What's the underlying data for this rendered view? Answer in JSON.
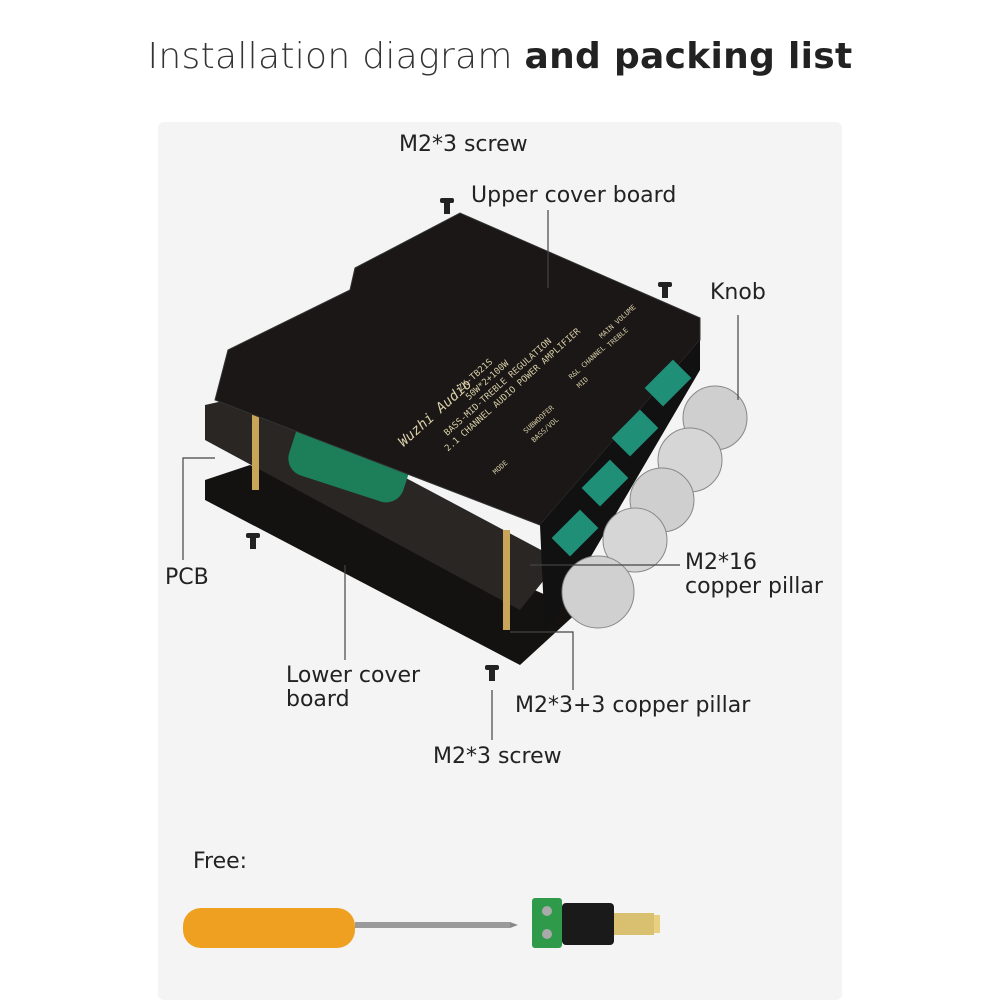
{
  "title": {
    "light": "Installation diagram ",
    "bold": "and packing list"
  },
  "labels": {
    "top_screw": "M2*3 screw",
    "upper_cover": "Upper cover board",
    "knob": "Knob",
    "pcb": "PCB",
    "pillar16_line1": "M2*16",
    "pillar16_line2": "copper pillar",
    "lower_cover_line1": "Lower cover",
    "lower_cover_line2": "board",
    "pillar33": "M2*3+3 copper pillar",
    "bottom_screw": "M2*3 screw",
    "free": "Free:"
  },
  "board_print": {
    "brand": "Wuzhi Audio",
    "model": "ZK-TB21S",
    "power": "50W*2+100W",
    "line3": "BASS-MID-TREBLE REGULATION",
    "line4": "2.1 CHANNEL AUDIO POWER AMPLIFIER",
    "main_volume": "MAIN VOLUME",
    "rl_channel": "R&L CHANNEL",
    "treble": "TREBLE",
    "mid": "MID",
    "subwoofer": "SUBWOOFER",
    "bass_vol": "BASS/VOL",
    "mode": "MODE"
  },
  "colors": {
    "board": "#1a1716",
    "silk": "#d9cfa8",
    "green": "#1f8f78",
    "handle": "#f0a020",
    "connector": "#2e9a4a"
  }
}
